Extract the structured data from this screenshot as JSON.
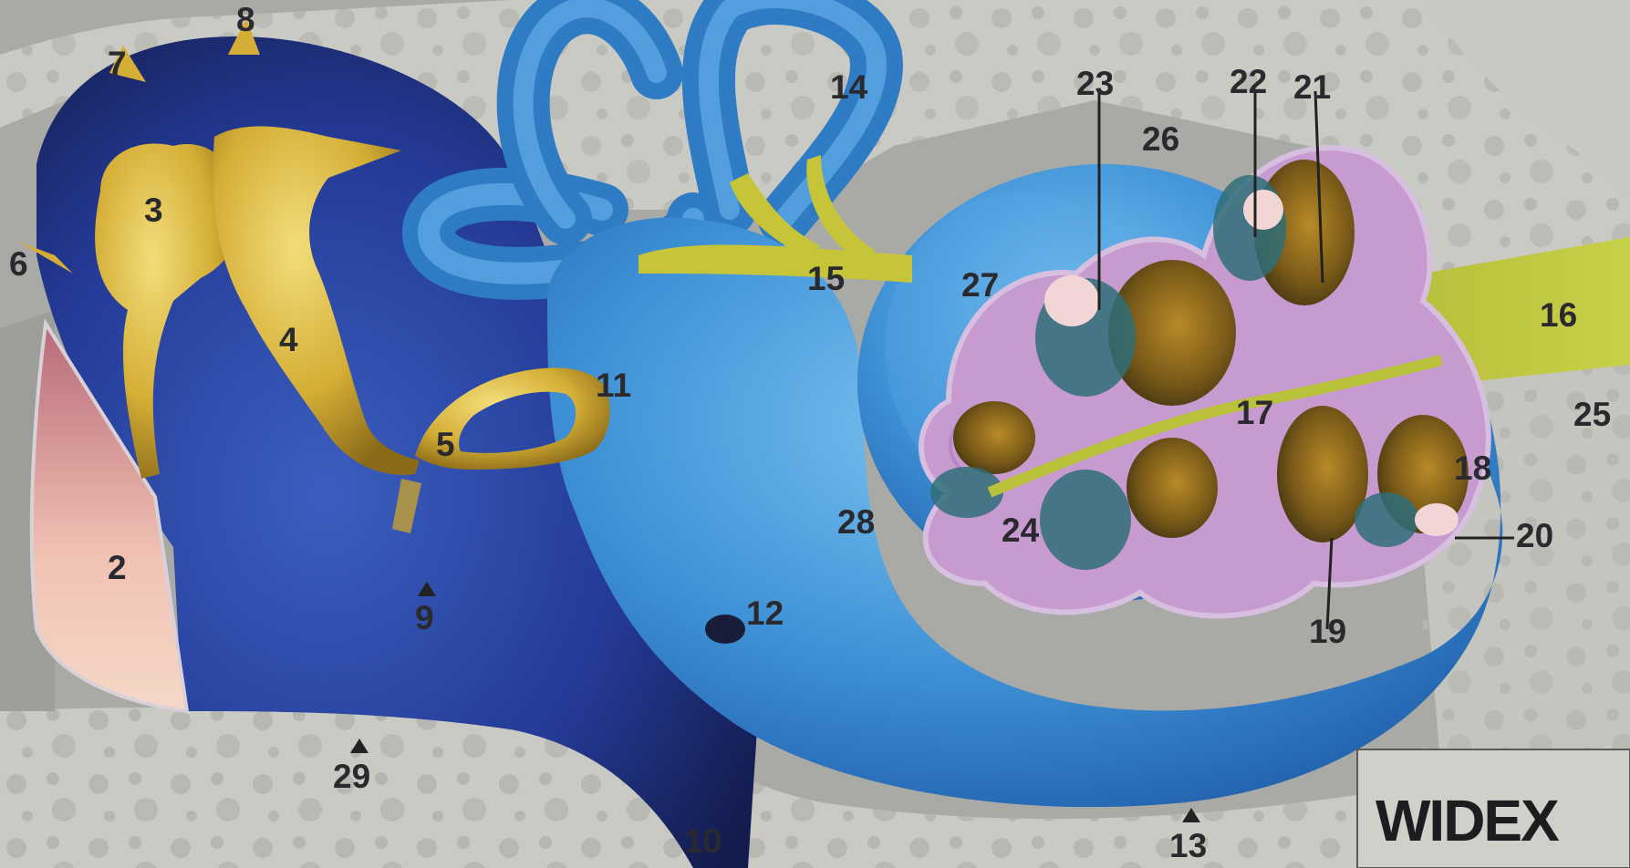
{
  "diagram": {
    "labels": [
      {
        "id": "l2",
        "text": "2"
      },
      {
        "id": "l3",
        "text": "3"
      },
      {
        "id": "l4",
        "text": "4"
      },
      {
        "id": "l5",
        "text": "5"
      },
      {
        "id": "l6",
        "text": "6"
      },
      {
        "id": "l7",
        "text": "7"
      },
      {
        "id": "l8",
        "text": "8"
      },
      {
        "id": "l9",
        "text": "9"
      },
      {
        "id": "l10",
        "text": "10"
      },
      {
        "id": "l11",
        "text": "11"
      },
      {
        "id": "l12",
        "text": "12"
      },
      {
        "id": "l13",
        "text": "13"
      },
      {
        "id": "l14",
        "text": "14"
      },
      {
        "id": "l15",
        "text": "15"
      },
      {
        "id": "l16",
        "text": "16"
      },
      {
        "id": "l17",
        "text": "17"
      },
      {
        "id": "l18",
        "text": "18"
      },
      {
        "id": "l19",
        "text": "19"
      },
      {
        "id": "l20",
        "text": "20"
      },
      {
        "id": "l21",
        "text": "21"
      },
      {
        "id": "l22",
        "text": "22"
      },
      {
        "id": "l23",
        "text": "23"
      },
      {
        "id": "l24",
        "text": "24"
      },
      {
        "id": "l25",
        "text": "25"
      },
      {
        "id": "l26",
        "text": "26"
      },
      {
        "id": "l27",
        "text": "27"
      },
      {
        "id": "l28",
        "text": "28"
      },
      {
        "id": "l29",
        "text": "29"
      }
    ],
    "logo_text": "WIDEX",
    "colors": {
      "background_gray": "#a9aaa6",
      "bone": "#c9cac4",
      "cavity_dark_blue": "#1d2a78",
      "labyrinth_blue": "#3d8fd4",
      "ossicle_gold": "#d8b43a",
      "nerve_green": "#b8bf2e",
      "cochlea_membrane_pink": "#c9a0d0",
      "eardrum_pink": "#e8b8ac"
    }
  }
}
